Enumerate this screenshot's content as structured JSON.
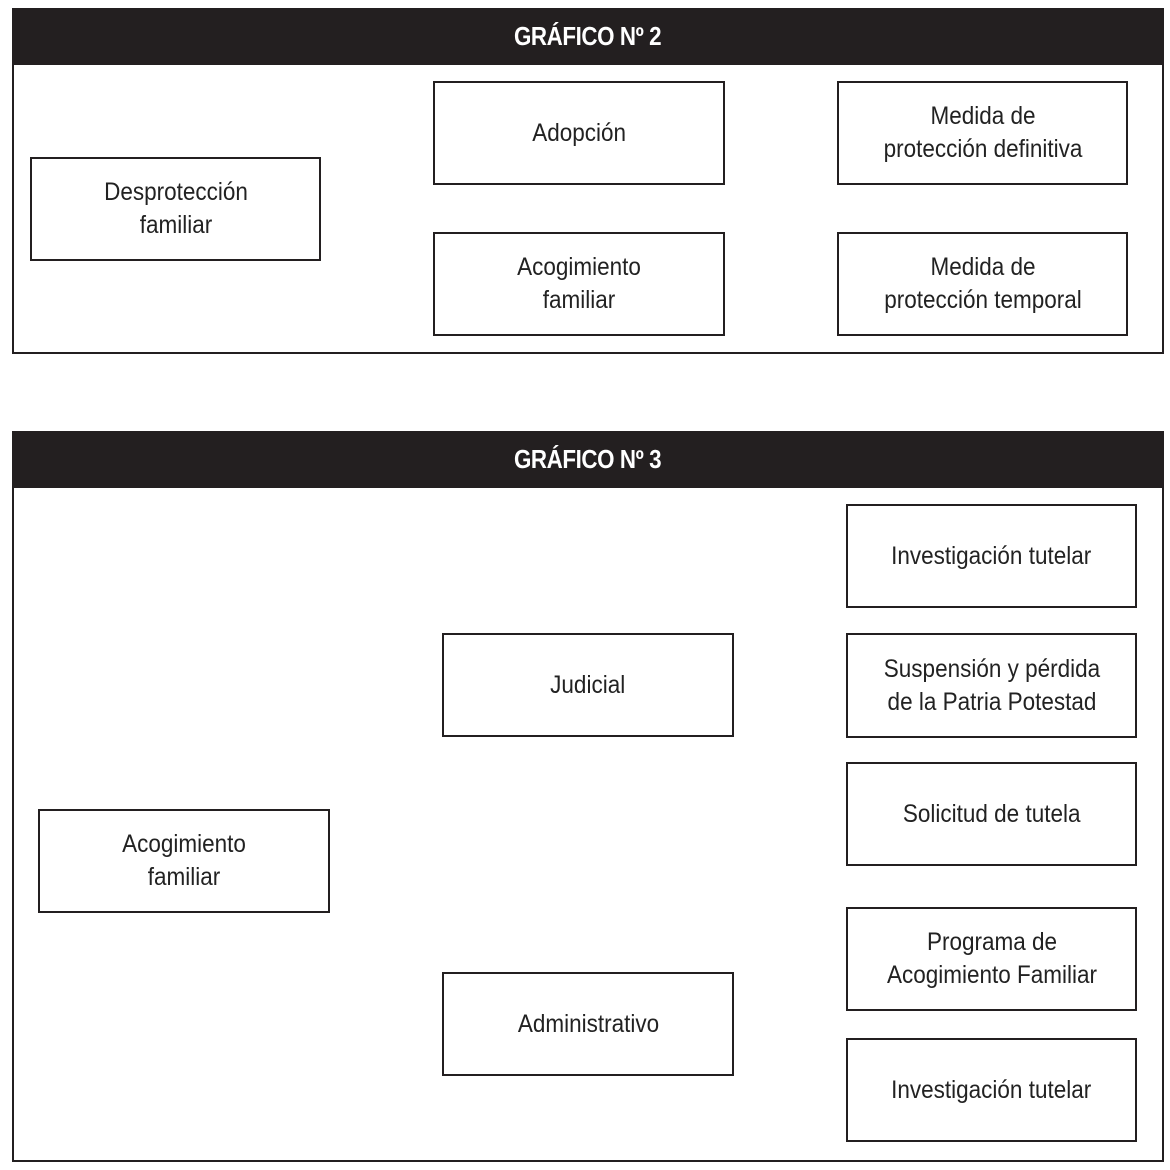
{
  "grafico2": {
    "title": "GRÁFICO Nº 2",
    "root": "Desprotección familiar",
    "branches": [
      {
        "label": "Adopción",
        "result": "Medida de protección definitiva"
      },
      {
        "label": "Acogimiento familiar",
        "result": "Medida de protección temporal"
      }
    ]
  },
  "grafico3": {
    "title": "GRÁFICO Nº 3",
    "root": "Acogimiento familiar",
    "branches": [
      {
        "label": "Judicial",
        "children": [
          "Investigación tutelar",
          "Suspensión y pérdida de la Patria Potestad",
          "Solicitud de tutela"
        ]
      },
      {
        "label": "Administrativo",
        "children": [
          "Programa de Acogimiento Familiar",
          "Investigación tutelar"
        ]
      }
    ]
  }
}
